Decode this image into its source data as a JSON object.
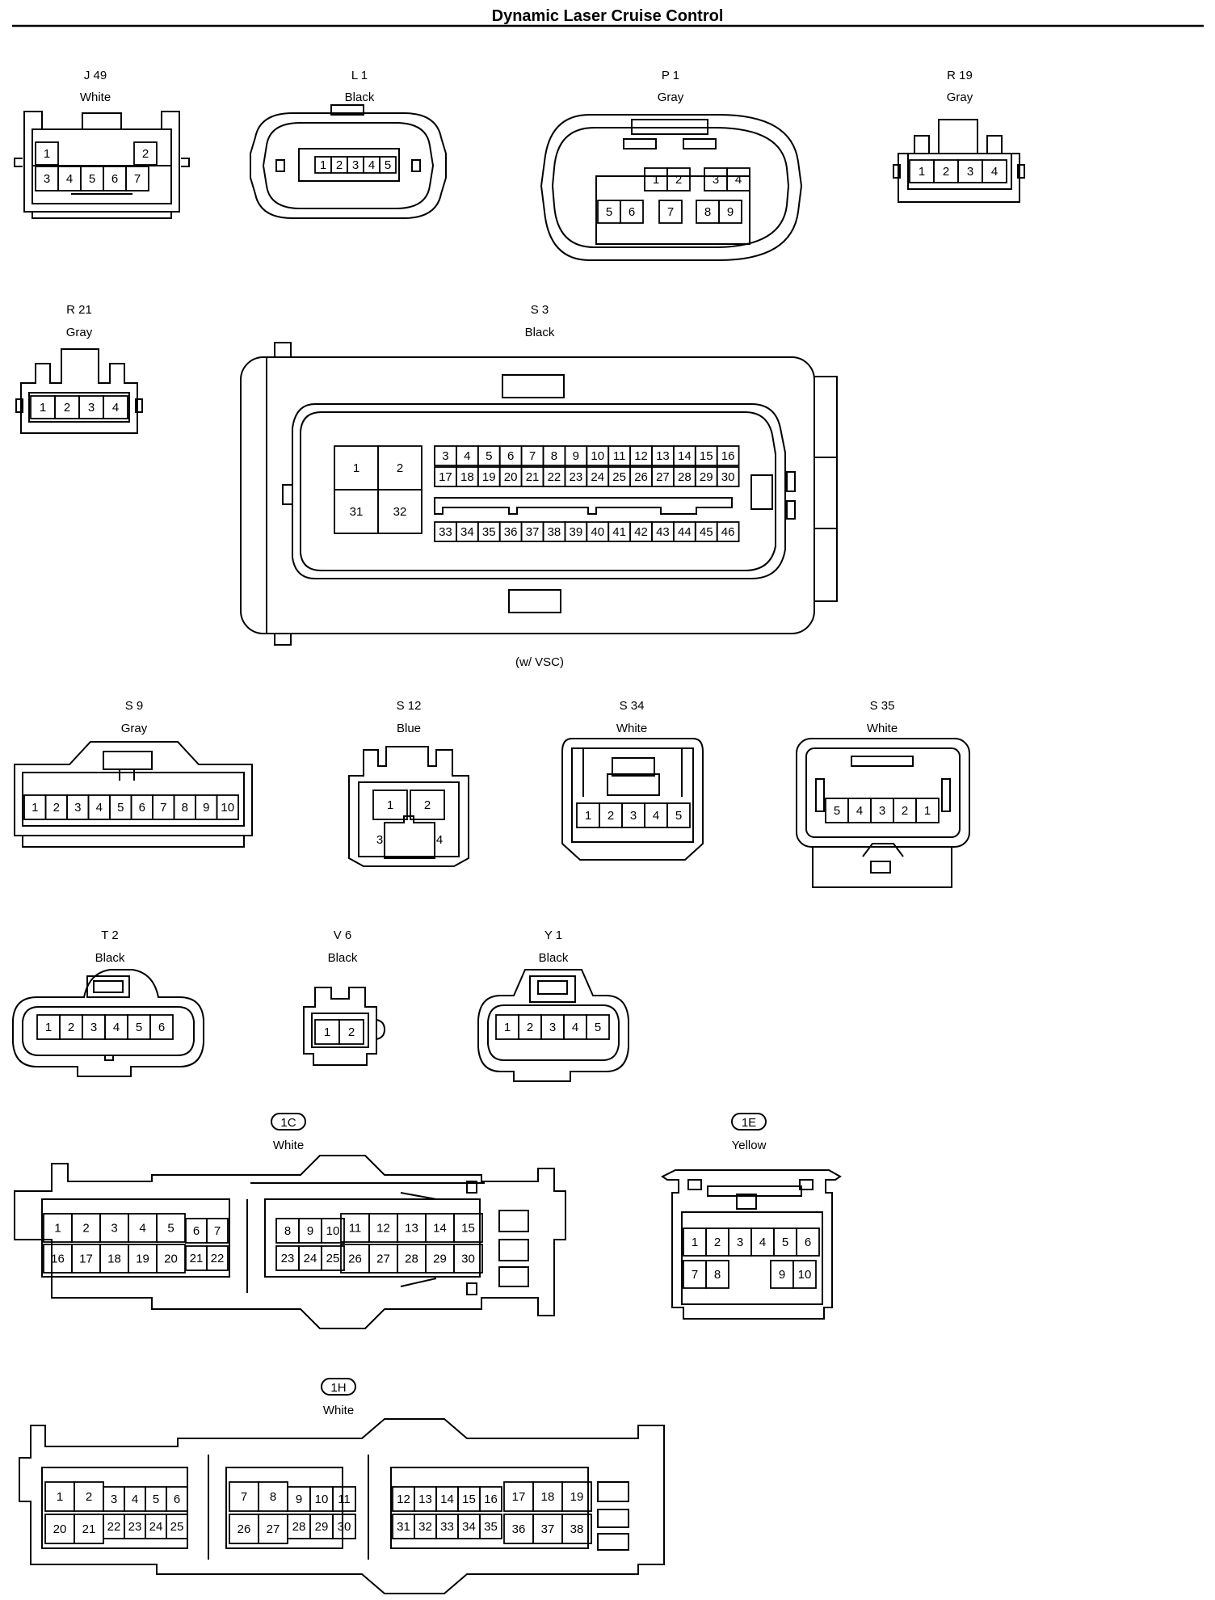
{
  "title": "Dynamic Laser Cruise Control",
  "connectors": {
    "j49": {
      "id": "J 49",
      "color": "White",
      "pins": [
        [
          "1",
          "3",
          "4",
          "5",
          "6",
          "7",
          "2"
        ]
      ]
    },
    "l1": {
      "id": "L 1",
      "color": "Black",
      "pins": [
        [
          "1",
          "2",
          "3",
          "4",
          "5"
        ]
      ]
    },
    "p1": {
      "id": "P 1",
      "color": "Gray",
      "pins": [
        [
          "1",
          "2",
          "3",
          "4"
        ],
        [
          "5",
          "6",
          "7",
          "8",
          "9"
        ]
      ]
    },
    "r19": {
      "id": "R 19",
      "color": "Gray",
      "pins": [
        [
          "1",
          "2",
          "3",
          "4"
        ]
      ]
    },
    "r21": {
      "id": "R 21",
      "color": "Gray",
      "pins": [
        [
          "1",
          "2",
          "3",
          "4"
        ]
      ]
    },
    "s3": {
      "id": "S 3",
      "color": "Black",
      "note": "(w/ VSC)",
      "pins": [
        [
          "1",
          "2",
          "31",
          "32"
        ],
        [
          "3",
          "4",
          "5",
          "6",
          "7",
          "8",
          "9",
          "10",
          "11",
          "12",
          "13",
          "14",
          "15",
          "16"
        ],
        [
          "17",
          "18",
          "19",
          "20",
          "21",
          "22",
          "23",
          "24",
          "25",
          "26",
          "27",
          "28",
          "29",
          "30"
        ],
        [
          "33",
          "34",
          "35",
          "36",
          "37",
          "38",
          "39",
          "40",
          "41",
          "42",
          "43",
          "44",
          "45",
          "46"
        ]
      ]
    },
    "s9": {
      "id": "S 9",
      "color": "Gray",
      "pins": [
        [
          "1",
          "2",
          "3",
          "4",
          "5",
          "6",
          "7",
          "8",
          "9",
          "10"
        ]
      ]
    },
    "s12": {
      "id": "S 12",
      "color": "Blue",
      "pins": [
        [
          "1",
          "2",
          "3",
          "4"
        ]
      ]
    },
    "s34": {
      "id": "S 34",
      "color": "White",
      "pins": [
        [
          "1",
          "2",
          "3",
          "4",
          "5"
        ]
      ]
    },
    "s35": {
      "id": "S 35",
      "color": "White",
      "pins": [
        [
          "5",
          "4",
          "3",
          "2",
          "1"
        ]
      ]
    },
    "t2": {
      "id": "T 2",
      "color": "Black",
      "pins": [
        [
          "1",
          "2",
          "3",
          "4",
          "5",
          "6"
        ]
      ]
    },
    "v6": {
      "id": "V 6",
      "color": "Black",
      "pins": [
        [
          "1",
          "2"
        ]
      ]
    },
    "y1": {
      "id": "Y 1",
      "color": "Black",
      "pins": [
        [
          "1",
          "2",
          "3",
          "4",
          "5"
        ]
      ]
    },
    "c1c": {
      "id": "1C",
      "color": "White",
      "pins": [
        [
          "1",
          "2",
          "3",
          "4",
          "5",
          "6",
          "7",
          "8",
          "9",
          "10",
          "11",
          "12",
          "13",
          "14",
          "15"
        ],
        [
          "16",
          "17",
          "18",
          "19",
          "20",
          "21",
          "22",
          "23",
          "24",
          "25",
          "26",
          "27",
          "28",
          "29",
          "30"
        ]
      ]
    },
    "c1e": {
      "id": "1E",
      "color": "Yellow",
      "pins": [
        [
          "1",
          "2",
          "3",
          "4",
          "5",
          "6"
        ],
        [
          "7",
          "8",
          "9",
          "10"
        ]
      ]
    },
    "c1h": {
      "id": "1H",
      "color": "White",
      "pins": [
        [
          "1",
          "2",
          "3",
          "4",
          "5",
          "6",
          "7",
          "8",
          "9",
          "10",
          "11",
          "12",
          "13",
          "14",
          "15",
          "16",
          "17",
          "18",
          "19"
        ],
        [
          "20",
          "21",
          "22",
          "23",
          "24",
          "25",
          "26",
          "27",
          "28",
          "29",
          "30",
          "31",
          "32",
          "33",
          "34",
          "35",
          "36",
          "37",
          "38"
        ]
      ]
    }
  }
}
